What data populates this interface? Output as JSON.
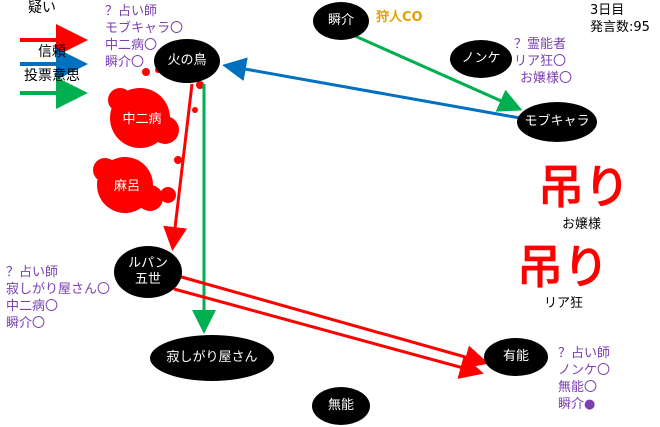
{
  "legend": {
    "suspect": "疑い",
    "trust": "信頼",
    "vote": "投票意思"
  },
  "colors": {
    "suspect": "#ff0000",
    "trust": "#0070c0",
    "vote": "#00b050",
    "note": "#7a3fb0",
    "co": "#e0a000"
  },
  "header": {
    "day": "3日目",
    "count": "発言数:95"
  },
  "nodes": {
    "hinotori": "火の鳥",
    "shunsuke": "瞬介",
    "nonke": "ノンケ",
    "mobchara": "モブキャラ",
    "chuni": "中二病",
    "maro": "麻呂",
    "lupin": "ルパン\n五世",
    "sabishi": "寂しがり屋さん",
    "yuno": "有能",
    "muno": "無能",
    "ojou": "お嬢様",
    "riakyo": "リア狂"
  },
  "co_label": "狩人CO",
  "notes": {
    "hinotori": [
      "？占い師",
      "モブキャラ〇",
      "中二病〇",
      "瞬介〇"
    ],
    "nonke": [
      "？霊能者",
      "リア狂〇",
      "お嬢様〇"
    ],
    "lupin": [
      "？占い師",
      "寂しがり屋さん〇",
      "中二病〇",
      "瞬介〇"
    ],
    "yuno": [
      "？占い師",
      "ノンケ〇",
      "無能〇",
      "瞬介●"
    ]
  },
  "hanged": "吊り"
}
